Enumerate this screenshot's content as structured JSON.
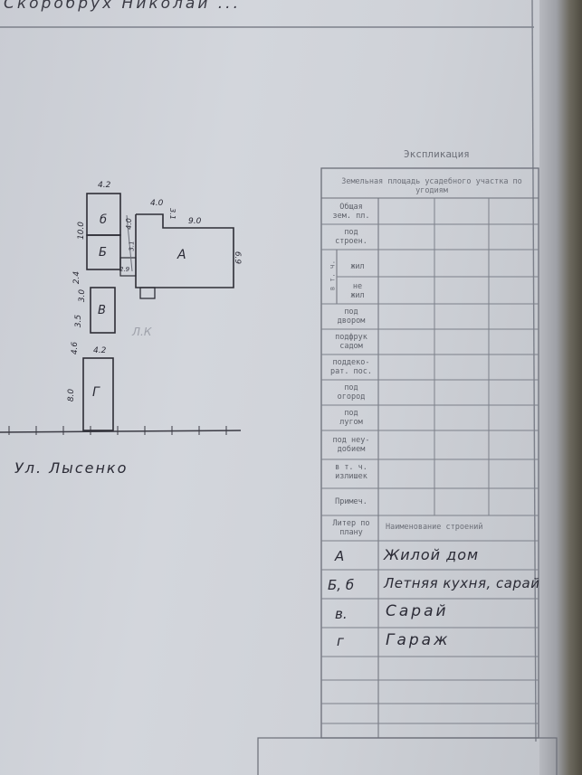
{
  "owner_header": "Скоробрух  Николаи  ...",
  "street": "Ул. Лысенко",
  "explication": {
    "title": "Экспликация",
    "land_area_header": "Земельная площадь усадебного участка по угодиям",
    "rows": [
      {
        "label_line1": "Общая",
        "label_line2": "зем. пл."
      },
      {
        "label_line1": "под",
        "label_line2": "строен."
      },
      {
        "label_line1": "жил",
        "label_line2": ""
      },
      {
        "label_line1": "не",
        "label_line2": "жил"
      },
      {
        "label_line1": "под",
        "label_line2": "двором"
      },
      {
        "label_line1": "подфрук",
        "label_line2": "садом"
      },
      {
        "label_line1": "поддеко-",
        "label_line2": "рат. пос."
      },
      {
        "label_line1": "под",
        "label_line2": "огород"
      },
      {
        "label_line1": "под",
        "label_line2": "лугом"
      },
      {
        "label_line1": "под неу-",
        "label_line2": "добием"
      },
      {
        "label_line1": "в т. ч.",
        "label_line2": "излишек"
      },
      {
        "label_line1": "Примеч.",
        "label_line2": ""
      }
    ],
    "vertical_label": "в т. ч.",
    "buildings_header_col1": "Литер по плану",
    "buildings_header_col2": "Наименование строений",
    "buildings": [
      {
        "letter": "А",
        "name": "Жилой дом"
      },
      {
        "letter": "Б, б",
        "name": "Летняя кухня, сарай"
      },
      {
        "letter": "в.",
        "name": "Сарай"
      },
      {
        "letter": "г",
        "name": "Гараж"
      }
    ]
  },
  "plan": {
    "building_A": {
      "letter": "А",
      "dim_top": "4.0",
      "dim_top2": "9.0",
      "dim_right": "6.9",
      "dim_left": "4.0",
      "dim_small": "3.1",
      "dim_small2": "2.9",
      "dim_small3": "3.1"
    },
    "building_b_small": {
      "letter": "б",
      "dim_top": "4.2",
      "dim_left": "10.0"
    },
    "building_B": {
      "letter": "Б",
      "dim_left": "2.4"
    },
    "building_V": {
      "letter": "В",
      "dim_top": "3.0",
      "dim_left": "3.5"
    },
    "building_G": {
      "letter": "Г",
      "dim_top": "4.2",
      "dim_left": "8.0",
      "dim_gap": "4.6"
    },
    "annotation": "Л.К"
  }
}
